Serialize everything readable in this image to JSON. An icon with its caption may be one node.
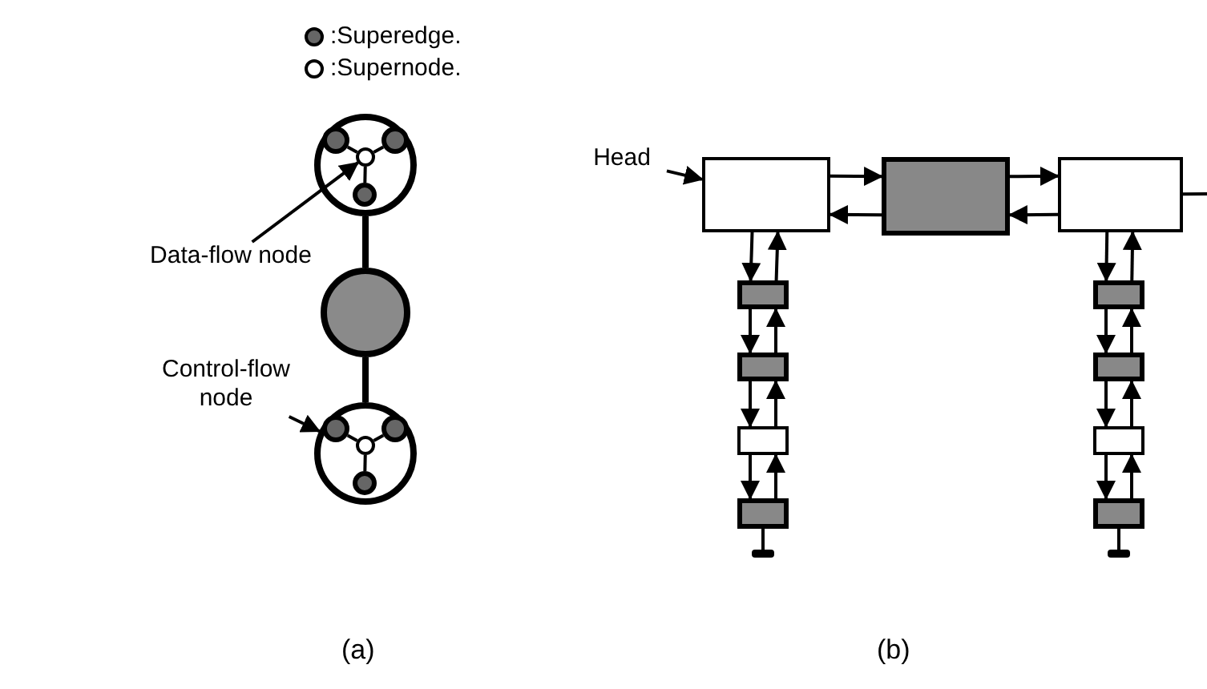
{
  "diagram": {
    "nodes": [
      {
        "text": [],
        "shape": "circle"
      },
      {
        "text": [],
        "shape": "circle",
        "in": 0
      },
      {
        "text": [],
        "shape": "circle",
        "in": 0
      },
      {
        "text": [],
        "shape": "circle",
        "in": 0
      },
      {
        "text": [],
        "shape": "circle",
        "in": 0
      },
      {
        "text": [],
        "shape": "circle"
      },
      {
        "text": [],
        "shape": "circle"
      },
      {
        "text": [],
        "shape": "circle",
        "in": 6
      },
      {
        "text": [],
        "shape": "circle",
        "in": 6
      },
      {
        "text": [],
        "shape": "circle",
        "in": 6
      },
      {
        "text": [],
        "shape": "circle",
        "in": 6
      },
      {
        "text": [
          "Data-flow node"
        ]
      },
      {
        "text": [
          "Control-flow node"
        ]
      },
      {
        "text": [
          "Head"
        ]
      },
      {
        "text": [],
        "shape": "box"
      },
      {
        "text": [],
        "shape": "box"
      },
      {
        "text": [],
        "shape": "box"
      },
      {
        "text": [],
        "shape": "box"
      },
      {
        "text": [],
        "shape": "box"
      },
      {
        "text": [],
        "shape": "box"
      },
      {
        "text": [],
        "shape": "box"
      },
      {
        "text": [],
        "shape": "bar"
      },
      {
        "text": [],
        "shape": "box"
      },
      {
        "text": [],
        "shape": "box"
      },
      {
        "text": [],
        "shape": "box"
      },
      {
        "text": [],
        "shape": "box"
      },
      {
        "text": [],
        "shape": "bar"
      }
    ],
    "edges": [
      {
        "from": 1,
        "to": 2,
        "arrow": "none"
      },
      {
        "from": 1,
        "to": 3,
        "arrow": "none"
      },
      {
        "from": 1,
        "to": 4,
        "arrow": "none"
      },
      {
        "from": 0,
        "to": 5,
        "arrow": "none",
        "style": "thick"
      },
      {
        "from": 5,
        "to": 6,
        "arrow": "none",
        "style": "thick"
      },
      {
        "from": 7,
        "to": 8,
        "arrow": "none"
      },
      {
        "from": 7,
        "to": 9,
        "arrow": "none"
      },
      {
        "from": 7,
        "to": 10,
        "arrow": "none"
      },
      {
        "from": 11,
        "to": 1,
        "arrow": "to"
      },
      {
        "from": 12,
        "to": 6,
        "arrow": "to"
      },
      {
        "from": 13,
        "to": 14,
        "arrow": "to"
      },
      {
        "from": 14,
        "to": 15,
        "arrow": "to"
      },
      {
        "from": 15,
        "to": 14,
        "arrow": "to"
      },
      {
        "from": 15,
        "to": 16,
        "arrow": "to"
      },
      {
        "from": 16,
        "to": 15,
        "arrow": "to"
      },
      {
        "from": 16,
        "to": null,
        "arrow": "none"
      },
      {
        "from": 14,
        "to": 17,
        "arrow": "to"
      },
      {
        "from": 17,
        "to": 14,
        "arrow": "to"
      },
      {
        "from": 17,
        "to": 18,
        "arrow": "to"
      },
      {
        "from": 18,
        "to": 17,
        "arrow": "to"
      },
      {
        "from": 18,
        "to": 19,
        "arrow": "to"
      },
      {
        "from": 19,
        "to": 18,
        "arrow": "to"
      },
      {
        "from": 19,
        "to": 20,
        "arrow": "to"
      },
      {
        "from": 20,
        "to": 19,
        "arrow": "to"
      },
      {
        "from": 20,
        "to": 21,
        "arrow": "none"
      },
      {
        "from": 16,
        "to": 22,
        "arrow": "to"
      },
      {
        "from": 22,
        "to": 16,
        "arrow": "to"
      },
      {
        "from": 22,
        "to": 23,
        "arrow": "to"
      },
      {
        "from": 23,
        "to": 22,
        "arrow": "to"
      },
      {
        "from": 23,
        "to": 24,
        "arrow": "to"
      },
      {
        "from": 24,
        "to": 23,
        "arrow": "to"
      },
      {
        "from": 24,
        "to": 25,
        "arrow": "to"
      },
      {
        "from": 25,
        "to": 24,
        "arrow": "to"
      },
      {
        "from": 25,
        "to": 26,
        "arrow": "none"
      }
    ],
    "labels": [
      "(a)",
      "(b)"
    ],
    "legend": [
      {
        "text": ":Superedge."
      },
      {
        "text": ":Supernode."
      }
    ]
  }
}
